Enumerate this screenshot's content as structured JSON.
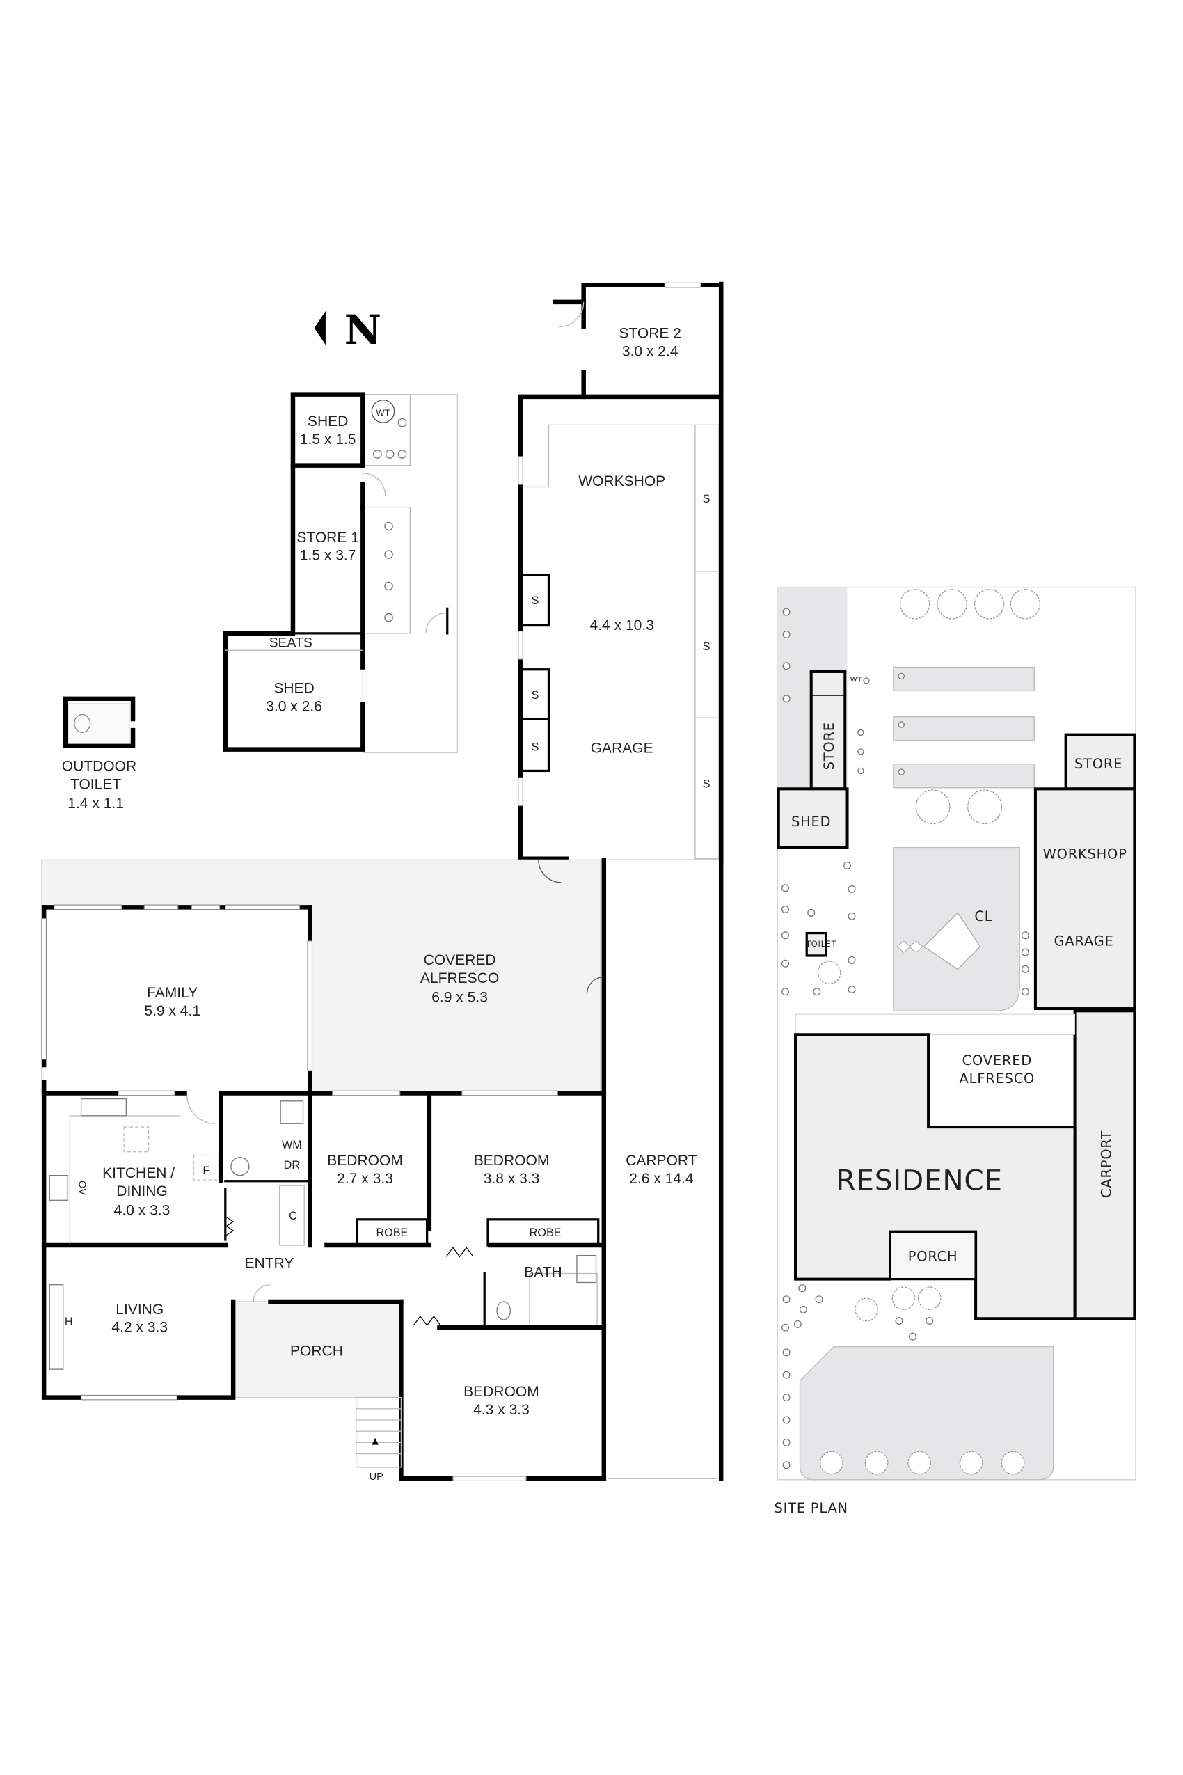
{
  "north": {
    "label": "N"
  },
  "rooms": {
    "store2": {
      "name": "STORE 2",
      "dims": "3.0 x 2.4"
    },
    "workshop": {
      "name": "WORKSHOP"
    },
    "garage": {
      "name": "GARAGE",
      "dims": "4.4 x 10.3"
    },
    "storage_label": "S",
    "shed_small": {
      "name": "SHED",
      "dims": "1.5 x 1.5"
    },
    "store1": {
      "name": "STORE 1",
      "dims": "1.5 x 3.7"
    },
    "seats": "SEATS",
    "shed_large": {
      "name": "SHED",
      "dims": "3.0 x 2.6"
    },
    "water_tank": "WT",
    "outdoor_toilet": {
      "name1": "OUTDOOR",
      "name2": "TOILET",
      "dims": "1.4  x 1.1"
    },
    "family": {
      "name": "FAMILY",
      "dims": "5.9 x 4.1"
    },
    "alfresco": {
      "name1": "COVERED",
      "name2": "ALFRESCO",
      "dims": "6.9 x 5.3"
    },
    "kitchen": {
      "name1": "KITCHEN /",
      "name2": "DINING",
      "dims": "4.0 x 3.3"
    },
    "fridge": "F",
    "oven": "OV",
    "wm": "WM",
    "dr": "DR",
    "cupboard": "C",
    "bed1": {
      "name": "BEDROOM",
      "dims": "2.7 x 3.3"
    },
    "bed2": {
      "name": "BEDROOM",
      "dims": "3.8 x 3.3"
    },
    "robe": "ROBE",
    "entry": "ENTRY",
    "bath": "BATH",
    "living": {
      "name": "LIVING",
      "dims": "4.2 x 3.3"
    },
    "heater": "H",
    "porch": "PORCH",
    "bed3": {
      "name": "BEDROOM",
      "dims": "4.3 x 3.3"
    },
    "carport": {
      "name": "CARPORT",
      "dims": "2.6 x 14.4"
    },
    "up": "UP"
  },
  "site_plan": {
    "title": "SITE PLAN",
    "store": "STORE",
    "shed": "SHED",
    "wt": "WT",
    "toilet": "TOILET",
    "cl": "CL",
    "store_right": "STORE",
    "workshop": "WORKSHOP",
    "garage": "GARAGE",
    "alfresco1": "COVERED",
    "alfresco2": "ALFRESCO",
    "residence": "RESIDENCE",
    "porch": "PORCH",
    "carport": "CARPORT"
  }
}
